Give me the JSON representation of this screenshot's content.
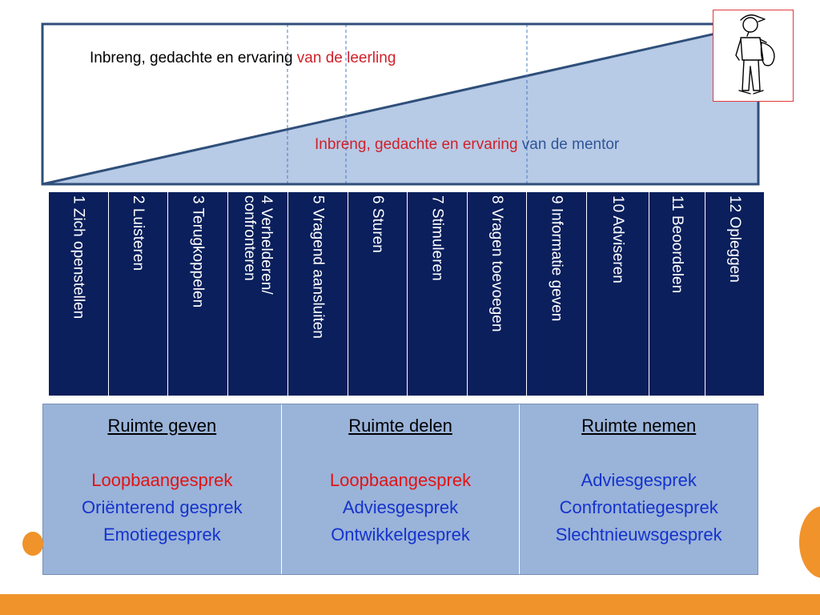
{
  "diagram": {
    "student_label_prefix": "Inbreng, gedachte en ervaring ",
    "student_label_highlight": "van de leerling",
    "mentor_label_prefix": "Inbreng, gedachte en ervaring ",
    "mentor_label_highlight": "van de mentor"
  },
  "steps": [
    "1 Zich openstellen",
    "2 Luisteren",
    "3 Terugkoppelen",
    "4 Verhelderen/\nconfronteren",
    "5 Vragend aansluiten",
    "6 Sturen",
    "7 Stimuleren",
    "8 Vragen toevoegen",
    "9 Informatie geven",
    "10 Adviseren",
    "11 Beoordelen",
    "12 Opleggen"
  ],
  "spaces": [
    {
      "heading": "Ruimte geven",
      "items": [
        "Loopbaangesprek",
        "Oriënterend gesprek",
        "Emotiegesprek"
      ]
    },
    {
      "heading": "Ruimte delen",
      "items": [
        "Loopbaangesprek",
        "Adviesgesprek",
        "Ontwikkelgesprek"
      ]
    },
    {
      "heading": "Ruimte nemen",
      "items": [
        "Adviesgesprek",
        "Confrontatiegesprek",
        "Slechtnieuwsgesprek"
      ]
    }
  ],
  "colors": {
    "step_panel": "#0a1f5c",
    "triangle_fill": "#b7cae6",
    "accent_orange": "#f0932a",
    "label_red": "#d0202a",
    "label_blue": "#2f5597"
  }
}
